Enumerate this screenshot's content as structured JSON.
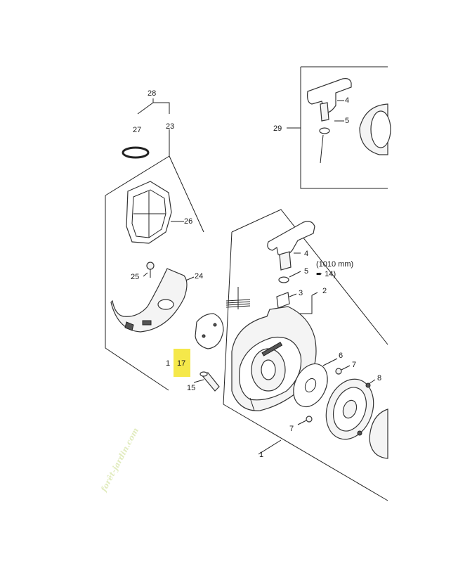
{
  "labels": {
    "l1": "1",
    "l2": "2",
    "l3": "3",
    "l4a": "4",
    "l4b": "4",
    "l5a": "5",
    "l5b": "5",
    "l6": "6",
    "l7a": "7",
    "l7b": "7",
    "l8": "8",
    "l15": "15",
    "l17": "17",
    "l17small": "1",
    "l23": "23",
    "l24": "24",
    "l25": "25",
    "l26": "26",
    "l27": "27",
    "l28": "28",
    "l29": "29"
  },
  "rope_note": {
    "length": "(1010 mm)",
    "ref": "➨ 14)"
  },
  "highlight_color": "#f5e84a",
  "watermark": "forêt-jardin.com",
  "watermark_color": "#c9dc8a"
}
